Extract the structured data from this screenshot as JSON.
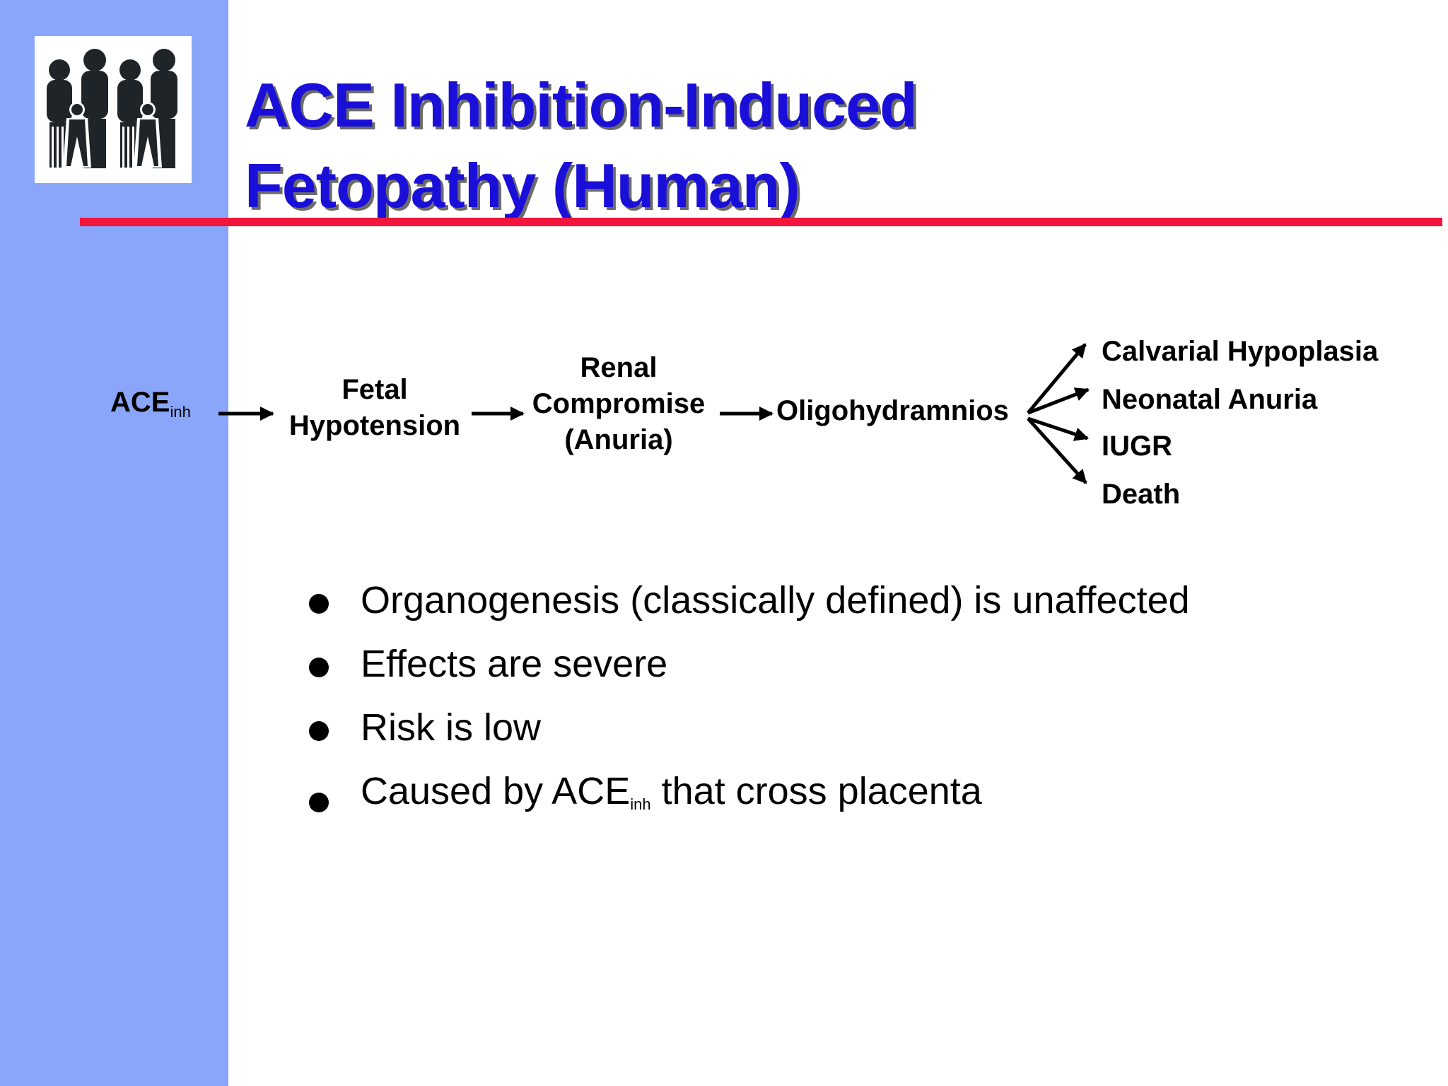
{
  "slide": {
    "title_lines": [
      "ACE Inhibition-Induced",
      "Fetopathy (Human)"
    ],
    "colors": {
      "sidebar": "#8aa6fa",
      "title": "#1a0fd9",
      "rule": "#f2153c",
      "text": "#000000"
    },
    "logo_icon": "family-silhouette-icon"
  },
  "diagram": {
    "source": {
      "main": "ACE",
      "sub": "inh"
    },
    "steps": [
      {
        "lines": [
          "Fetal",
          "Hypotension"
        ]
      },
      {
        "lines": [
          "Renal",
          "Compromise",
          "(Anuria)"
        ]
      },
      {
        "lines": [
          "Oligohydramnios"
        ]
      }
    ],
    "outcomes": [
      "Calvarial Hypoplasia",
      "Neonatal Anuria",
      "IUGR",
      "Death"
    ]
  },
  "bullets": [
    {
      "text": "Organogenesis (classically defined) is unaffected"
    },
    {
      "text": "Effects are severe"
    },
    {
      "text": "Risk is low"
    },
    {
      "pre": "Caused by ACE",
      "sub": "inh",
      "post": " that cross placenta"
    }
  ]
}
